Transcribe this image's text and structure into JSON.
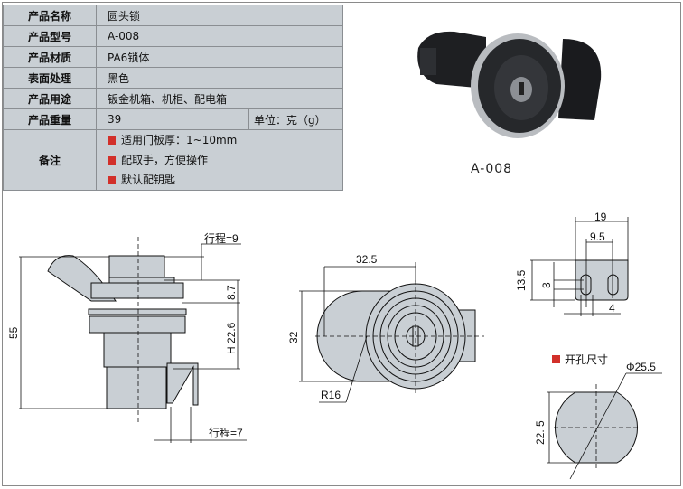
{
  "spec_table": {
    "rows": [
      {
        "label": "产品名称",
        "value": "圆头锁"
      },
      {
        "label": "产品型号",
        "value": "A-008"
      },
      {
        "label": "产品材质",
        "value": "PA6锁体"
      },
      {
        "label": "表面处理",
        "value": "黑色"
      },
      {
        "label": "产品用途",
        "value": "钣金机箱、机柜、配电箱"
      },
      {
        "label": "产品重量",
        "value": "39",
        "unit": "单位：克（g）"
      }
    ],
    "remarks_label": "备注",
    "remarks": [
      "适用门板厚：1~10mm",
      "配取手，方便操作",
      "默认配钥匙"
    ]
  },
  "photo": {
    "caption": "A-008"
  },
  "drawing": {
    "side": {
      "stroke_top": "行程=9",
      "height": "55",
      "dim_87": "8.7",
      "dim_h": "H 22.6",
      "stroke_bottom": "行程=7"
    },
    "front": {
      "width": "32.5",
      "height": "32",
      "radius": "R16"
    },
    "cam": {
      "width": "19",
      "spacing": "9.5",
      "height": "13.5",
      "slot": "3",
      "offset": "4"
    },
    "cutout": {
      "title": "开孔尺寸",
      "diameter": "Φ25.5",
      "flat": "22. 5"
    }
  },
  "colors": {
    "fill": "#c9cfd4",
    "accent": "#d2302a"
  }
}
